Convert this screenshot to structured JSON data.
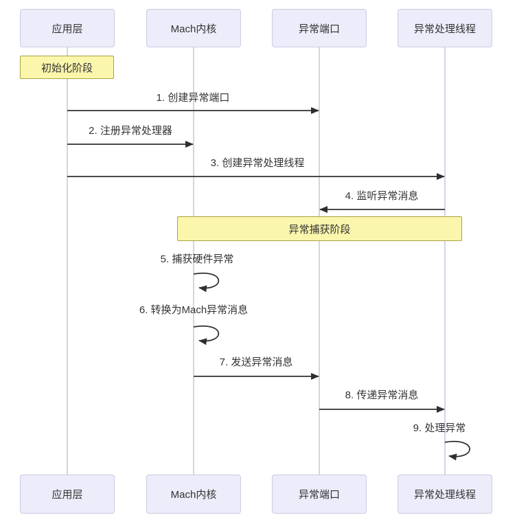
{
  "diagram": {
    "type": "sequence-diagram",
    "subject": "Mach exception handling flow",
    "language": "zh"
  },
  "participants": [
    {
      "id": "app-layer",
      "label": "应用层"
    },
    {
      "id": "mach-kernel",
      "label": "Mach内核"
    },
    {
      "id": "exception-port",
      "label": "异常端口"
    },
    {
      "id": "exception-handler-thread",
      "label": "异常处理线程"
    }
  ],
  "phases": [
    {
      "label": "初始化阶段",
      "over": [
        "应用层"
      ]
    },
    {
      "label": "异常捕获阶段",
      "over": [
        "Mach内核",
        "异常端口",
        "异常处理线程"
      ]
    }
  ],
  "messages": [
    {
      "label": "1. 创建异常端口",
      "from": "应用层",
      "to": "异常端口",
      "self": false
    },
    {
      "label": "2. 注册异常处理器",
      "from": "应用层",
      "to": "Mach内核",
      "self": false
    },
    {
      "label": "3. 创建异常处理线程",
      "from": "应用层",
      "to": "异常处理线程",
      "self": false
    },
    {
      "label": "4. 监听异常消息",
      "from": "异常处理线程",
      "to": "异常端口",
      "self": false
    },
    {
      "label": "5. 捕获硬件异常",
      "from": "Mach内核",
      "to": "Mach内核",
      "self": true
    },
    {
      "label": "6. 转换为Mach异常消息",
      "from": "Mach内核",
      "to": "Mach内核",
      "self": true
    },
    {
      "label": "7. 发送异常消息",
      "from": "Mach内核",
      "to": "异常端口",
      "self": false
    },
    {
      "label": "8. 传递异常消息",
      "from": "异常端口",
      "to": "异常处理线程",
      "self": false
    },
    {
      "label": "9. 处理异常",
      "from": "异常处理线程",
      "to": "异常处理线程",
      "self": true
    }
  ],
  "colors": {
    "background": "#ffffff",
    "actor_fill": "#ececfa",
    "actor_border": "#cccbe2",
    "note_fill": "#faf6ac",
    "note_border": "#aaa13f",
    "lifeline": "#c5c5dc",
    "arrow": "#2f2f2f",
    "text": "#333333"
  }
}
